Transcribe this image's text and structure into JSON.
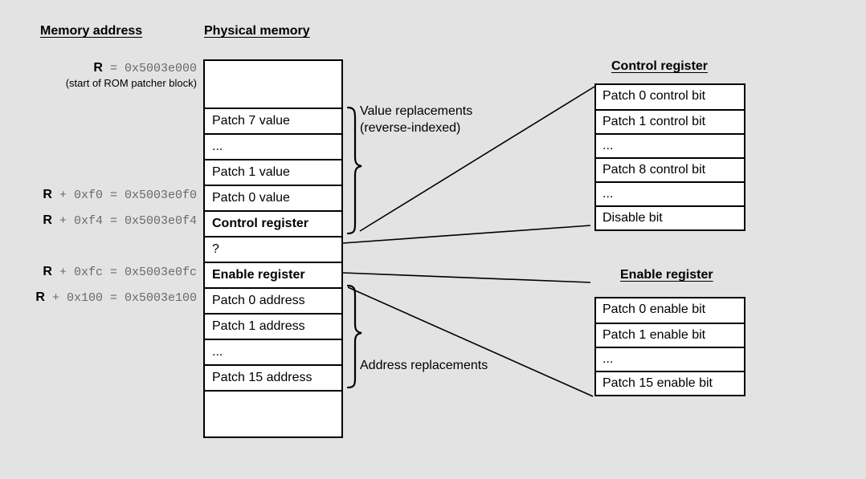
{
  "background_color": "#e3e3e3",
  "headings": {
    "memory_address": "Memory address",
    "physical_memory": "Physical memory",
    "control_register": "Control register",
    "enable_register": "Enable register"
  },
  "address_labels": [
    {
      "id": "addr-r",
      "register": "R",
      "expression": " = 0x5003e000",
      "sub": "(start of ROM patcher block)"
    },
    {
      "id": "addr-0xf0",
      "register": "R",
      "expression": " + 0xf0 = 0x5003e0f0"
    },
    {
      "id": "addr-0xf4",
      "register": "R",
      "expression": " + 0xf4 = 0x5003e0f4"
    },
    {
      "id": "addr-0xfc",
      "register": "R",
      "expression": " + 0xfc = 0x5003e0fc"
    },
    {
      "id": "addr-0x100",
      "register": "R",
      "expression": " + 0x100 = 0x5003e100"
    }
  ],
  "memory_table": {
    "rows": [
      {
        "label": "",
        "blank": true,
        "bold": false
      },
      {
        "label": "Patch 7 value",
        "blank": false,
        "bold": false
      },
      {
        "label": "...",
        "blank": false,
        "bold": false
      },
      {
        "label": "Patch 1 value",
        "blank": false,
        "bold": false
      },
      {
        "label": "Patch 0 value",
        "blank": false,
        "bold": false
      },
      {
        "label": "Control register",
        "blank": false,
        "bold": true
      },
      {
        "label": "?",
        "blank": false,
        "bold": false
      },
      {
        "label": "Enable register",
        "blank": false,
        "bold": true
      },
      {
        "label": "Patch 0 address",
        "blank": false,
        "bold": false
      },
      {
        "label": "Patch 1 address",
        "blank": false,
        "bold": false
      },
      {
        "label": "...",
        "blank": false,
        "bold": false
      },
      {
        "label": "Patch 15 address",
        "blank": false,
        "bold": false
      },
      {
        "label": "",
        "blank": true,
        "bold": false
      }
    ]
  },
  "control_register": {
    "rows": [
      "Patch 0 control bit",
      "Patch 1 control bit",
      "...",
      "Patch 8 control bit",
      "...",
      "Disable bit"
    ]
  },
  "enable_register": {
    "rows": [
      "Patch 0 enable bit",
      "Patch 1 enable bit",
      "...",
      "Patch 15 enable bit"
    ]
  },
  "annotations": {
    "value_replacements_line1": "Value replacements",
    "value_replacements_line2": "(reverse-indexed)",
    "address_replacements": "Address replacements"
  }
}
